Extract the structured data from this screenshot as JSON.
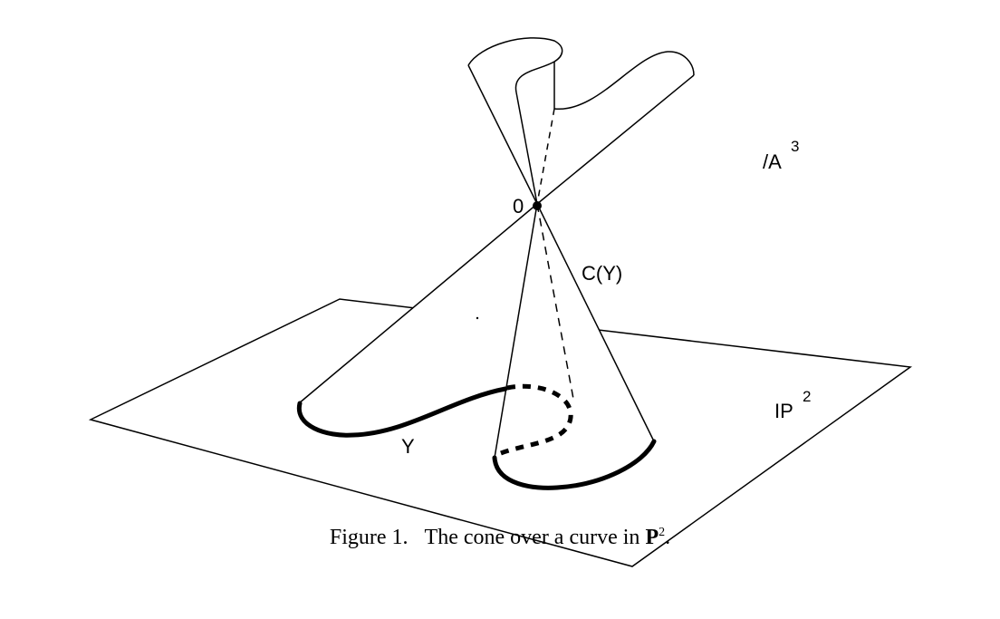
{
  "figure": {
    "labels": {
      "origin": "0",
      "cone": "C(Y)",
      "affine_space": "/A",
      "affine_space_exp": "3",
      "projective_plane": "IP",
      "projective_plane_exp": "2",
      "curve": "Y"
    },
    "caption": {
      "prefix": "Figure 1.",
      "text": "The cone over a curve in",
      "symbol": "P",
      "symbol_exp": "2",
      "end": "."
    }
  }
}
